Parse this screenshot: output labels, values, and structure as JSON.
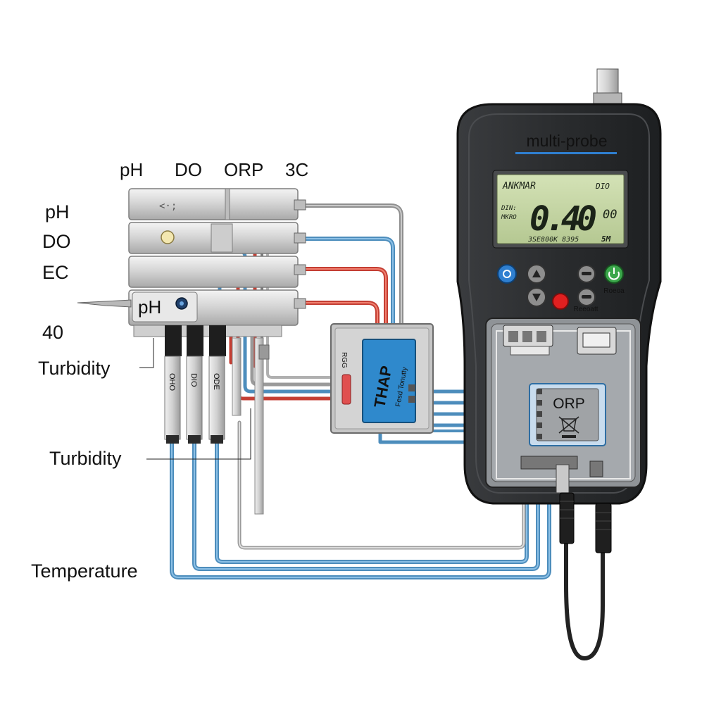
{
  "labels": {
    "top_ph": "pH",
    "top_do": "DO",
    "top_orp": "ORP",
    "top_3c": "3C",
    "left_ph": "pH",
    "left_do": "DO",
    "left_ec": "EC",
    "left_40": "40",
    "left_turbidity": "Turbidity",
    "turbidity": "Turbidity",
    "temperature": "Temperature",
    "sensor_ph": "pH"
  },
  "probe_tubes": {
    "t1": "OHO",
    "t2": "DIO",
    "t3": "ODE"
  },
  "meter": {
    "brand": "multi-probe",
    "lcd_header": "ANKMAR",
    "lcd_header_right": "DIO",
    "lcd_side_a": "DIN:",
    "lcd_side_b": "MKRO",
    "lcd_value": "0.40",
    "lcd_sub": "00",
    "lcd_footer": "3SE800K 8395",
    "lcd_footer_right": "5M",
    "label_right_button": "Roeoa",
    "label_bottom_button": "Reeoatt"
  },
  "junction": {
    "main": "THAP",
    "sub": "Fesd Tonutty",
    "side": "RGG"
  },
  "module": {
    "label": "ORP"
  },
  "colors": {
    "cable_blue": "#5b9fd0",
    "cable_red": "#d94b3f",
    "cable_gray": "#9a9a9a",
    "meter_body": "#2b2d2f",
    "lcd_green": "#c6d7a8",
    "power_green": "#3aa64a",
    "stop_red": "#e02020",
    "help_blue": "#2f7fd0"
  }
}
